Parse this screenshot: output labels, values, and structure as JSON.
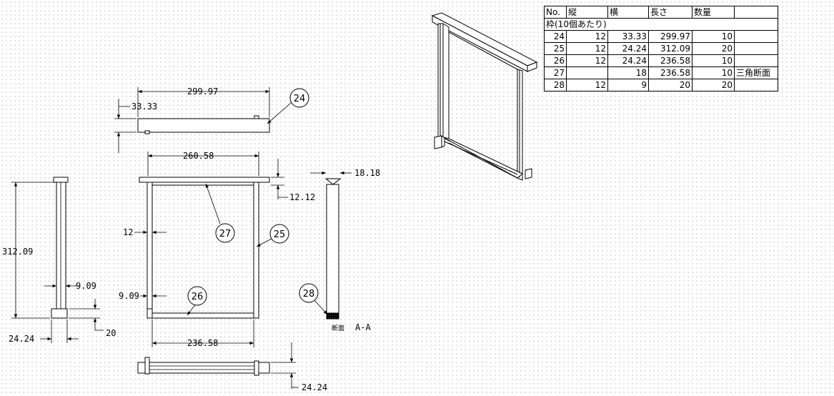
{
  "table": {
    "headers": [
      "No.",
      "縦",
      "横",
      "長さ",
      "数量",
      ""
    ],
    "group_label": "枠(10個あたり)",
    "rows": [
      [
        "24",
        "12",
        "33.33",
        "299.97",
        "10",
        ""
      ],
      [
        "25",
        "12",
        "24.24",
        "312.09",
        "20",
        ""
      ],
      [
        "26",
        "12",
        "24.24",
        "236.58",
        "10",
        ""
      ],
      [
        "27",
        "",
        "18",
        "236.58",
        "10",
        "三角断面"
      ],
      [
        "28",
        "12",
        "9",
        "20",
        "20",
        ""
      ]
    ]
  },
  "dimensions": {
    "top_length": "299.97",
    "top_height": "33.33",
    "inner_top": "260.58",
    "cross_width": "18.18",
    "cross_height": "12.12",
    "side_thickness": "12",
    "side_height": "312.09",
    "small_offset": "9.09",
    "small_offset_b": "9.09",
    "foot_height": "20",
    "side_width": "24.24",
    "bottom_length": "236.58",
    "bottom_width": "24.24"
  },
  "balloons": {
    "b24": "24",
    "b25": "25",
    "b26": "26",
    "b27": "27",
    "b28": "28"
  },
  "section": {
    "label": "断面",
    "name": "A-A"
  }
}
